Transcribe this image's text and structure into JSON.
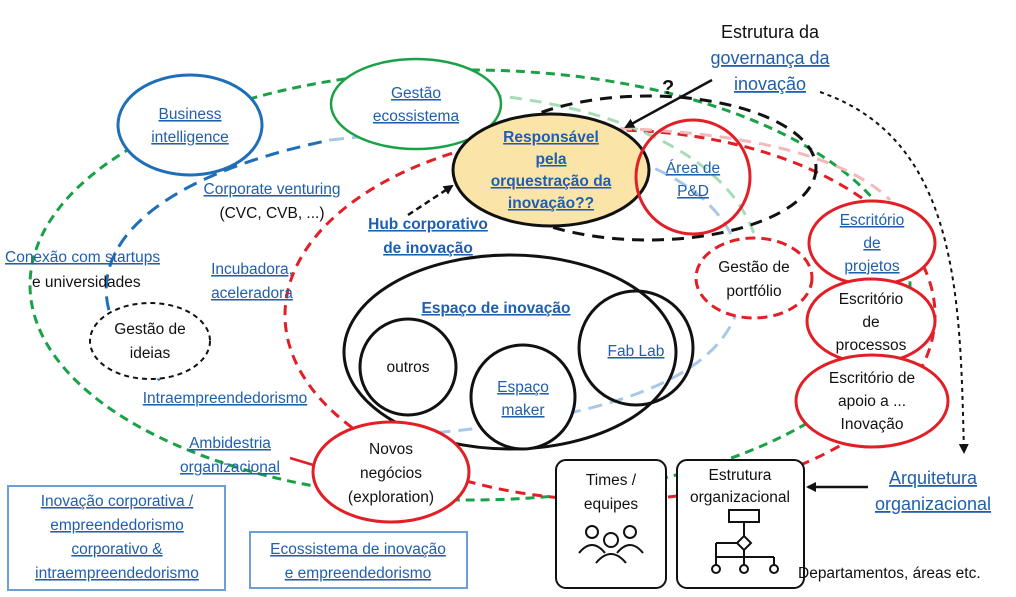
{
  "header": {
    "line1": "Estrutura da",
    "line2": "governança da",
    "line3": "inovação",
    "question_mark": "?"
  },
  "nodes": {
    "business_intelligence": [
      "Business",
      "intelligence"
    ],
    "gestao_ecossistema": [
      "Gestão",
      "ecossistema"
    ],
    "responsavel": [
      "Responsável",
      "pela",
      "orquestração  da",
      "inovação??"
    ],
    "area_pd": [
      "Área de",
      "P&D"
    ],
    "corporate_venturing": "Corporate venturing",
    "cvc": "(CVC, CVB, ...)",
    "hub": [
      "Hub corporativo",
      "de inovação"
    ],
    "escritorio_projetos": [
      "Escritório",
      "de",
      "projetos"
    ],
    "gestao_portfolio": [
      "Gestão de",
      "portfólio"
    ],
    "conexao_startups": "Conexão com startups",
    "universidades": "e universidades",
    "incubadora": [
      "Incubadora,",
      "aceleradora"
    ],
    "escritorio_processos": [
      "Escritório",
      "de",
      "processos"
    ],
    "gestao_ideias": [
      "Gestão de",
      "ideias"
    ],
    "espaco_inovacao": "Espaço de inovação",
    "outros": "outros",
    "fab_lab": "Fab Lab",
    "espaco_maker": [
      "Espaço",
      "maker"
    ],
    "apoio_inovacao": [
      "Escritório de",
      "apoio a ...",
      "Inovação"
    ],
    "intraempreendedorismo": "Intraempreendedorismo",
    "ambidestria": [
      "Ambidestria",
      "organizacional"
    ],
    "novos_negocios": [
      "Novos",
      "negócios",
      "(exploration)"
    ],
    "times": [
      "Times /",
      "equipes"
    ],
    "estrutura_org": [
      "Estrutura",
      "organizacional"
    ],
    "arquitetura": [
      "Arquitetura",
      "organizacional"
    ],
    "departamentos": "Departamentos, áreas etc."
  },
  "legend": {
    "box1": [
      "Inovação corporativa /",
      "empreendedorismo",
      "corporativo &",
      "intraempreendedorismo"
    ],
    "box2": [
      "Ecossistema de inovação",
      "e empreendedorismo"
    ]
  },
  "colors": {
    "link_blue": "#1f5fae",
    "red": "#e21e26",
    "green": "#1aa147",
    "dark_blue": "#1f6fb8",
    "light_blue": "#a8c8e6",
    "light_pink": "#f4b8b8",
    "light_green": "#a8dcb8",
    "orchestrator_fill": "#fbe4a8",
    "legend_border": "#6a9fd8"
  }
}
